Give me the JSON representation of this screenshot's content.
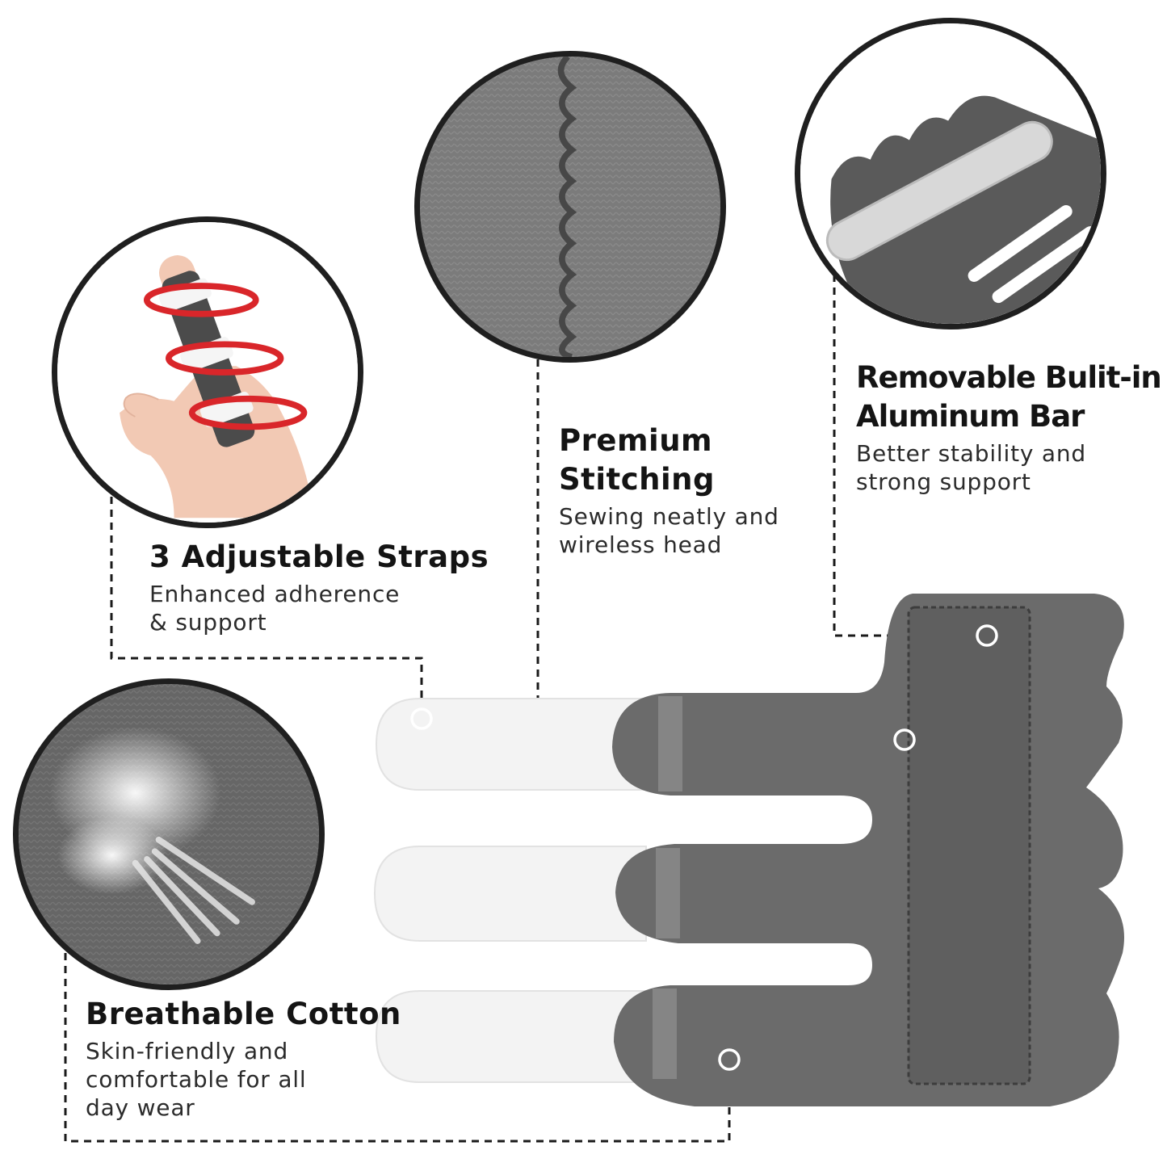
{
  "features": [
    {
      "id": "straps",
      "title_lines": [
        "3 Adjustable Straps"
      ],
      "desc_lines": [
        "Enhanced adherence",
        "& support"
      ],
      "icon": "finger-splint-on-hand-icon"
    },
    {
      "id": "stitching",
      "title_lines": [
        "Premium",
        "Stitching"
      ],
      "desc_lines": [
        "Sewing neatly and",
        "wireless head"
      ],
      "icon": "stitching-closeup-icon"
    },
    {
      "id": "aluminum",
      "title_lines": [
        "Removable Bulit-in",
        "Aluminum Bar"
      ],
      "desc_lines": [
        "Better stability and",
        "strong support"
      ],
      "icon": "aluminum-bar-closeup-icon"
    },
    {
      "id": "cotton",
      "title_lines": [
        "Breathable Cotton"
      ],
      "desc_lines": [
        "Skin-friendly and",
        "comfortable for all",
        "day wear"
      ],
      "icon": "breathable-fabric-closeup-icon"
    }
  ],
  "colors": {
    "fabric": "#6b6b6b",
    "fabric_dark": "#555555",
    "strap": "#f2f2f2",
    "ring": "#1f1f1f",
    "accent_red": "#d9262a",
    "skin": "#f2c9b4"
  }
}
